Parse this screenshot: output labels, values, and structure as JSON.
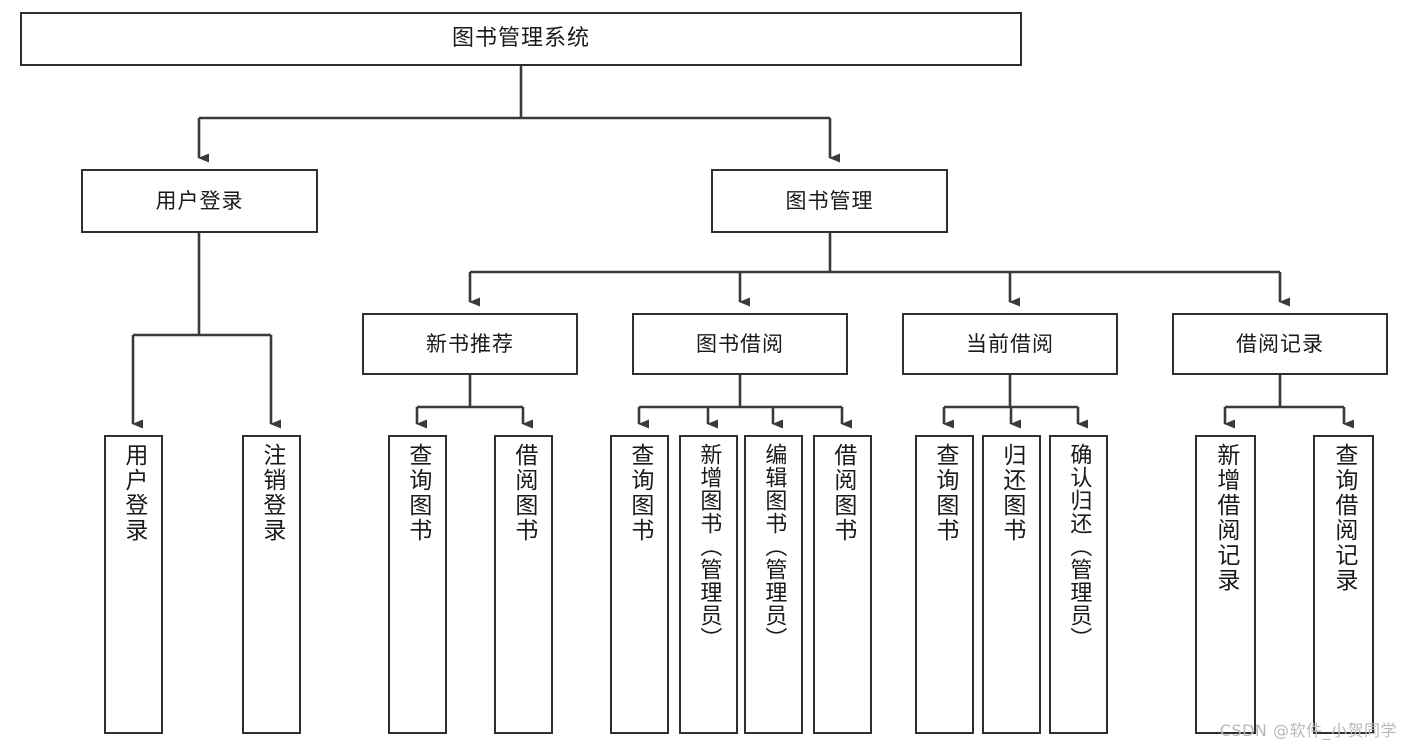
{
  "diagram": {
    "type": "tree",
    "title": "图书管理系统",
    "root": {
      "label": "图书管理系统"
    },
    "level1": [
      {
        "label": "用户登录"
      },
      {
        "label": "图书管理"
      }
    ],
    "level2": [
      {
        "label": "新书推荐"
      },
      {
        "label": "图书借阅"
      },
      {
        "label": "当前借阅"
      },
      {
        "label": "借阅记录"
      }
    ],
    "leaves": {
      "user_login": [
        {
          "label": "用户登录"
        },
        {
          "label": "注销登录"
        }
      ],
      "new_book_recommend": [
        {
          "label": "查询图书"
        },
        {
          "label": "借阅图书"
        }
      ],
      "book_borrow": [
        {
          "label": "查询图书"
        },
        {
          "label": "新增图书（管理员）"
        },
        {
          "label": "编辑图书（管理员）"
        },
        {
          "label": "借阅图书"
        }
      ],
      "current_borrow": [
        {
          "label": "查询图书"
        },
        {
          "label": "归还图书"
        },
        {
          "label": "确认归还（管理员）"
        }
      ],
      "borrow_record": [
        {
          "label": "新增借阅记录"
        },
        {
          "label": "查询借阅记录"
        }
      ]
    }
  },
  "watermark": {
    "text": "CSDN @软件_小贺同学"
  },
  "colors": {
    "box_border": "#2f2f2f",
    "box_fill": "#ffffff",
    "connector": "#3a3a3a",
    "text": "#1a1a1a",
    "watermark": "#b9b9b9"
  }
}
